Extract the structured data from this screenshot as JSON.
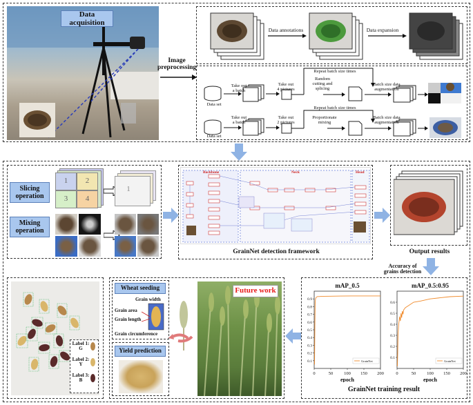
{
  "top": {
    "data_acquisition": "Data acquisition",
    "image_preprocessing": "Image\npreprocessing",
    "data_annotations": "Data annotations",
    "data_expansion": "Data expansion",
    "row1": {
      "dataset": "Data set",
      "take_out_batch": "Take out\na batch",
      "take_out_pictures": "Take out\n4 pictures",
      "repeat": "Repeat batch size times",
      "operation": "Random\ncutting and\nsplicing",
      "augmentation": "Batch size data\naugmentation"
    },
    "row2": {
      "dataset": "Data set",
      "take_out_batch": "Take out\na batch",
      "take_out_pictures": "Take out\n2 pictures",
      "repeat": "Repeat batch size times",
      "operation": "Proportionate\nmixing",
      "augmentation": "Batch size data\naugmentation"
    }
  },
  "middle": {
    "slicing_operation": "Slicing\noperation",
    "mixing_operation": "Mixing\noperation",
    "quadrants": [
      "1",
      "2",
      "3",
      "4"
    ],
    "tile_label": "1",
    "framework_label": "GrainNet  detection framework",
    "backbone": "Backbone",
    "neck": "Neck",
    "head": "Head",
    "output_results": "Output results",
    "accuracy": "Accuracy of\ngrains detection"
  },
  "bottom": {
    "wheat_seeding": "Wheat seeding",
    "grain_width": "Grain width",
    "grain_area": "Grain area",
    "grain_length": "Grain length",
    "grain_circumference": "Grain circumference",
    "yield_prediction": "Yield prediction",
    "future_work": "Future work",
    "labels": [
      "Label 1:\nG",
      "Label 2:\nY",
      "Label 3:\nB"
    ],
    "training_result": "GrainNet training result"
  },
  "chart_data": [
    {
      "type": "line",
      "title": "mAP_0.5",
      "xlabel": "epoch",
      "ylabel": "",
      "xlim": [
        0,
        200
      ],
      "ylim": [
        0,
        1.0
      ],
      "xticks": [
        0,
        50,
        100,
        150,
        200
      ],
      "yticks": [
        0.1,
        0.2,
        0.3,
        0.4,
        0.5,
        0.6,
        0.7,
        0.8,
        0.9
      ],
      "legend": "bottom-right",
      "series": [
        {
          "name": "GrainNet",
          "color": "#f08a2a",
          "x": [
            1,
            2,
            3,
            4,
            5,
            6,
            8,
            10,
            15,
            20,
            30,
            50,
            80,
            120,
            160,
            200
          ],
          "y": [
            0.05,
            0.55,
            0.84,
            0.9,
            0.91,
            0.92,
            0.925,
            0.93,
            0.93,
            0.932,
            0.934,
            0.935,
            0.937,
            0.938,
            0.938,
            0.938
          ]
        }
      ]
    },
    {
      "type": "line",
      "title": "mAP_0.5:0.95",
      "xlabel": "epoch",
      "ylabel": "",
      "xlim": [
        0,
        200
      ],
      "ylim": [
        0,
        0.7
      ],
      "xticks": [
        0,
        50,
        100,
        150,
        200
      ],
      "yticks": [
        0.1,
        0.2,
        0.3,
        0.4,
        0.5,
        0.6
      ],
      "legend": "bottom-right",
      "series": [
        {
          "name": "GrainNet",
          "color": "#f08a2a",
          "x": [
            1,
            2,
            3,
            5,
            8,
            10,
            12,
            14,
            16,
            18,
            20,
            25,
            30,
            40,
            50,
            70,
            100,
            130,
            160,
            200
          ],
          "y": [
            0.02,
            0.15,
            0.3,
            0.4,
            0.47,
            0.43,
            0.5,
            0.46,
            0.52,
            0.49,
            0.53,
            0.55,
            0.56,
            0.58,
            0.6,
            0.61,
            0.63,
            0.64,
            0.65,
            0.655
          ]
        }
      ]
    }
  ],
  "colors": {
    "label_box": "#a9c7ee",
    "arrow": "#8fb3e4",
    "future_work": "#e81c1c",
    "curve": "#f08a2a"
  }
}
